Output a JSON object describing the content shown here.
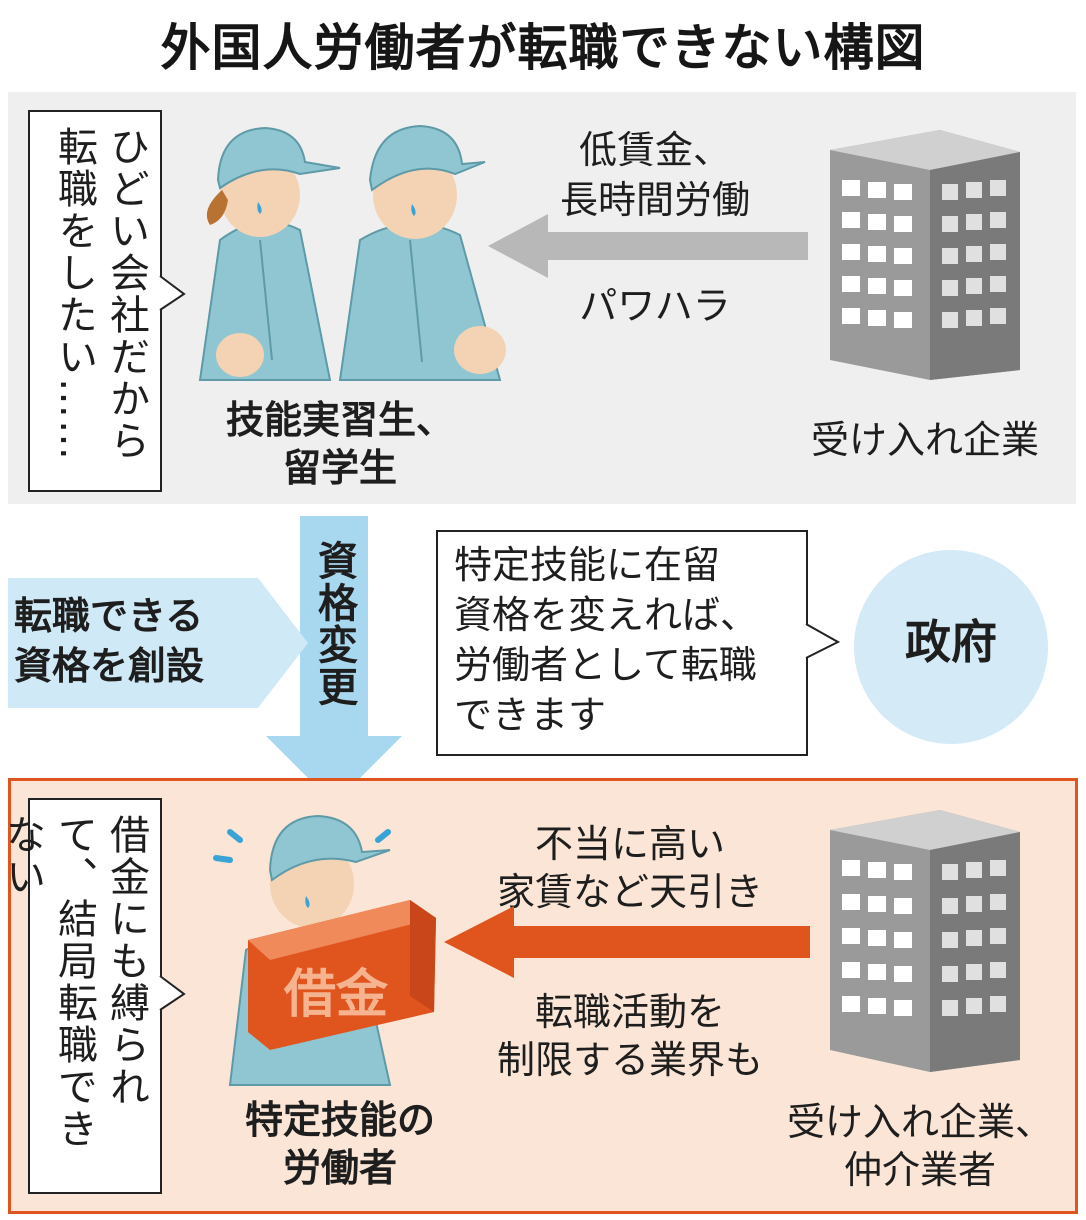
{
  "title": "外国人労働者が転職できない構図",
  "top": {
    "worker_speech": "ひどい会社だから転職をしたい……",
    "worker_label_line1": "技能実習生、",
    "worker_label_line2": "留学生",
    "arrow_text_line1": "低賃金、",
    "arrow_text_line2": "長時間労働",
    "arrow_text_line3": "パワハラ",
    "company_label": "受け入れ企業"
  },
  "middle": {
    "vertical_arrow_text": "資格変更",
    "side_arrow_line1": "転職できる",
    "side_arrow_line2": "資格を創設",
    "gov_speech_lines": [
      "特定技能に在留",
      "資格を変えれば、",
      "労働者として転職",
      "できます"
    ],
    "gov_label": "政府"
  },
  "bottom": {
    "worker_speech": "借金にも縛られて、結局転職できない",
    "debt_label": "借金",
    "worker_label_line1": "特定技能の",
    "worker_label_line2": "労働者",
    "arrow_text_line1": "不当に高い",
    "arrow_text_line2": "家賃など天引き",
    "arrow_text_line3": "転職活動を",
    "arrow_text_line4": "制限する業界も",
    "company_label_line1": "受け入れ企業、",
    "company_label_line2": "仲介業者"
  },
  "colors": {
    "worker_blue": "#8fc6d2",
    "arrow_gray": "#b8b8b8",
    "arrow_blue": "#a8d8f0",
    "arrow_orange": "#e0541e",
    "panel_gray": "#efefef",
    "panel_peach": "#fae5d6",
    "gov_circle": "#d4ebf7"
  }
}
